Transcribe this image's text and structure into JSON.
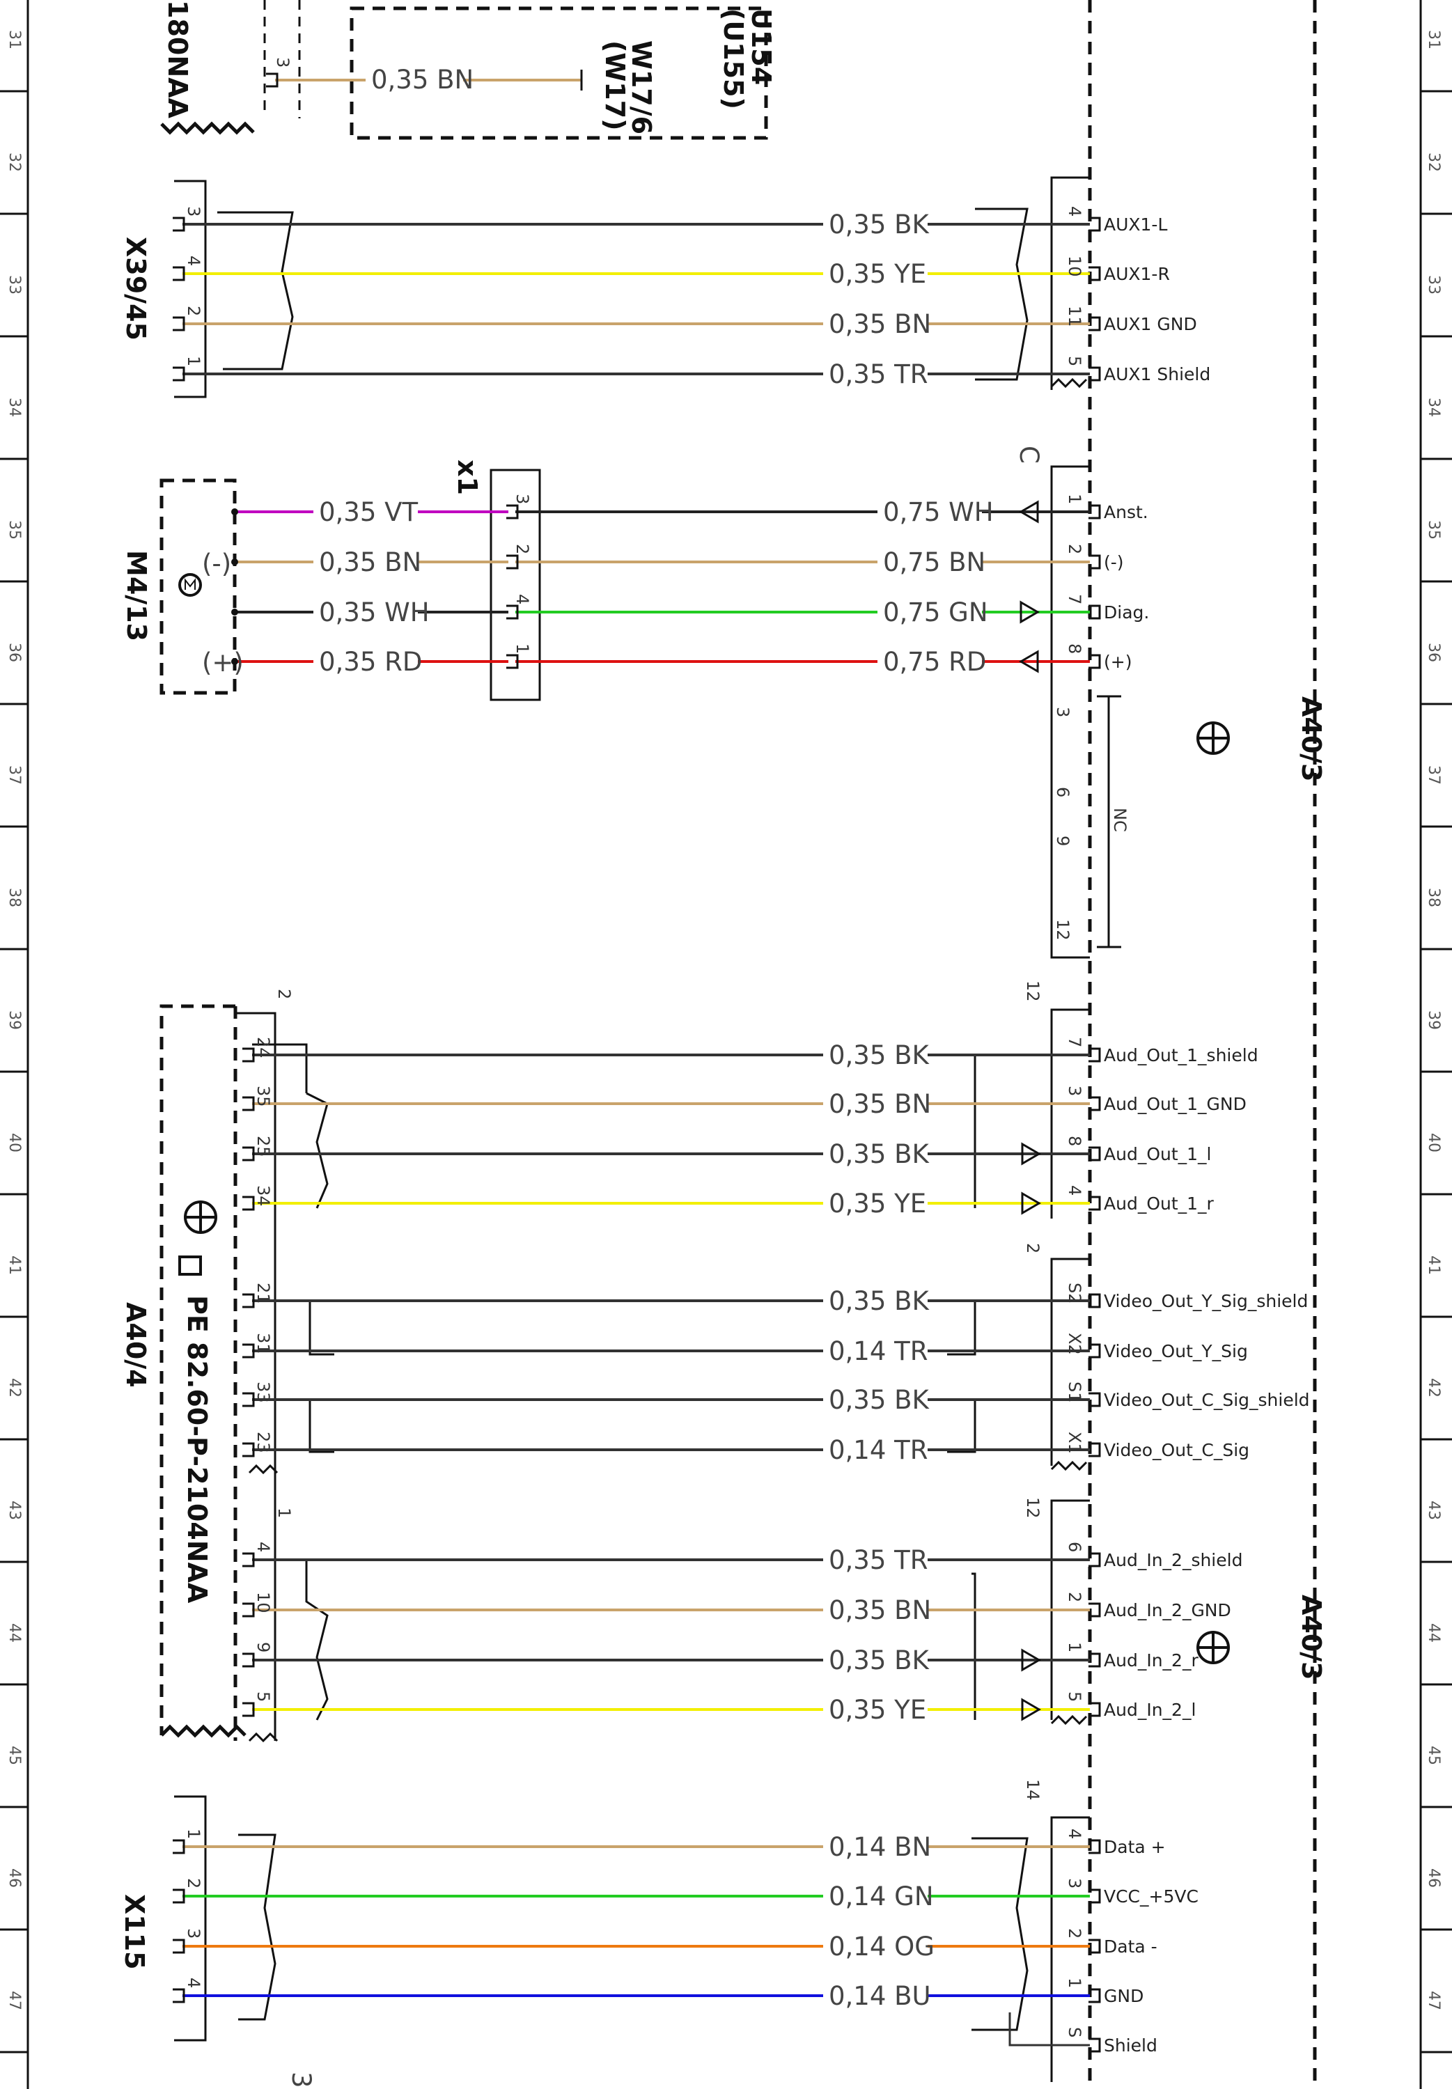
{
  "zones": [
    "31",
    "32",
    "33",
    "34",
    "35",
    "36",
    "37",
    "38",
    "39",
    "40",
    "41",
    "42",
    "43",
    "44",
    "45",
    "46",
    "47"
  ],
  "components": {
    "ref_180naa": "180NAA",
    "x39_45": "X39/45",
    "m4_13": "M4/13",
    "x1": "x1",
    "a40_4": "A40/4",
    "pe_ref": "PE 82.60-P-2104NAA",
    "x115": "X115",
    "a40_3_top": "A40/3",
    "a40_3_bottom": "A40/3",
    "w17_6": "W17/6",
    "w17": "(W17)",
    "u154": "U154",
    "u155": "(U155)",
    "nc": "NC",
    "connector_c": "C",
    "m4_minus": "(-)",
    "m4_plus": "(+)",
    "conn_num_2": "2",
    "conn_num_12a": "12",
    "conn_num_1": "1",
    "conn_num_2b": "2",
    "conn_num_12b": "12",
    "conn_num_14": "14",
    "bottom_3": "3"
  },
  "top_wire": {
    "pin": "3",
    "label": "0,35 BN",
    "color": "#c9a36b"
  },
  "aux_wires": [
    {
      "lpin": "3",
      "label": "0,35 BK",
      "color": "#333333",
      "rpin": "4",
      "signal": "AUX1-L"
    },
    {
      "lpin": "4",
      "label": "0,35 YE",
      "color": "#f2ef00",
      "rpin": "10",
      "signal": "AUX1-R"
    },
    {
      "lpin": "2",
      "label": "0,35 BN",
      "color": "#c9a36b",
      "rpin": "11",
      "signal": "AUX1 GND"
    },
    {
      "lpin": "1",
      "label": "0,35 TR",
      "color": "#333333",
      "rpin": "5",
      "signal": "AUX1 Shield"
    }
  ],
  "m4_wires": [
    {
      "llabel": "0,35 VT",
      "lcolor": "#c000c0",
      "xpin": "3",
      "rlabel": "0,75 WH",
      "rcolor": "#222222",
      "rpin": "1",
      "signal": "Anst."
    },
    {
      "llabel": "0,35 BN",
      "lcolor": "#c9a36b",
      "xpin": "2",
      "rlabel": "0,75 BN",
      "rcolor": "#c9a36b",
      "rpin": "2",
      "signal": "(-)"
    },
    {
      "llabel": "0,35 WH",
      "lcolor": "#222222",
      "xpin": "4",
      "rlabel": "0,75 GN",
      "rcolor": "#22cc22",
      "rpin": "7",
      "signal": "Diag."
    },
    {
      "llabel": "0,35 RD",
      "lcolor": "#dd1111",
      "xpin": "1",
      "rlabel": "0,75 RD",
      "rcolor": "#dd1111",
      "rpin": "8",
      "signal": "(+)"
    }
  ],
  "nc_pins": [
    "3",
    "6",
    "9",
    "12"
  ],
  "aud_out": [
    {
      "lpin": "24",
      "label": "0,35 BK",
      "color": "#333333",
      "rpin": "7",
      "signal": "Aud_Out_1_shield"
    },
    {
      "lpin": "35",
      "label": "0,35 BN",
      "color": "#c9a36b",
      "rpin": "3",
      "signal": "Aud_Out_1_GND"
    },
    {
      "lpin": "25",
      "label": "0,35 BK",
      "color": "#333333",
      "rpin": "8",
      "signal": "Aud_Out_1_l"
    },
    {
      "lpin": "34",
      "label": "0,35 YE",
      "color": "#f2ef00",
      "rpin": "4",
      "signal": "Aud_Out_1_r"
    }
  ],
  "video_out": [
    {
      "lpin": "21",
      "label": "0,35 BK",
      "color": "#333333",
      "rpin": "S2",
      "signal": "Video_Out_Y_Sig_shield"
    },
    {
      "lpin": "31",
      "label": "0,14 TR",
      "color": "#333333",
      "rpin": "X2",
      "signal": "Video_Out_Y_Sig"
    },
    {
      "lpin": "33",
      "label": "0,35 BK",
      "color": "#333333",
      "rpin": "S1",
      "signal": "Video_Out_C_Sig_shield"
    },
    {
      "lpin": "23",
      "label": "0,14 TR",
      "color": "#333333",
      "rpin": "X1",
      "signal": "Video_Out_C_Sig"
    }
  ],
  "aud_in": [
    {
      "lpin": "4",
      "label": "0,35 TR",
      "color": "#333333",
      "rpin": "6",
      "signal": "Aud_In_2_shield"
    },
    {
      "lpin": "10",
      "label": "0,35 BN",
      "color": "#c9a36b",
      "rpin": "2",
      "signal": "Aud_In_2_GND"
    },
    {
      "lpin": "9",
      "label": "0,35 BK",
      "color": "#333333",
      "rpin": "1",
      "signal": "Aud_In_2_r"
    },
    {
      "lpin": "5",
      "label": "0,35 YE",
      "color": "#f2ef00",
      "rpin": "5",
      "signal": "Aud_In_2_l"
    }
  ],
  "x115_wires": [
    {
      "lpin": "1",
      "label": "0,14 BN",
      "color": "#c9a36b",
      "rpin": "4",
      "signal": "Data +"
    },
    {
      "lpin": "2",
      "label": "0,14 GN",
      "color": "#22cc22",
      "rpin": "3",
      "signal": "VCC_+5VC"
    },
    {
      "lpin": "3",
      "label": "0,14 OG",
      "color": "#ee7a10",
      "rpin": "2",
      "signal": "Data -"
    },
    {
      "lpin": "4",
      "label": "0,14 BU",
      "color": "#1010dd",
      "rpin": "1",
      "signal": "GND"
    },
    {
      "lpin": "",
      "label": "",
      "color": "#333333",
      "rpin": "S",
      "signal": "Shield"
    }
  ]
}
